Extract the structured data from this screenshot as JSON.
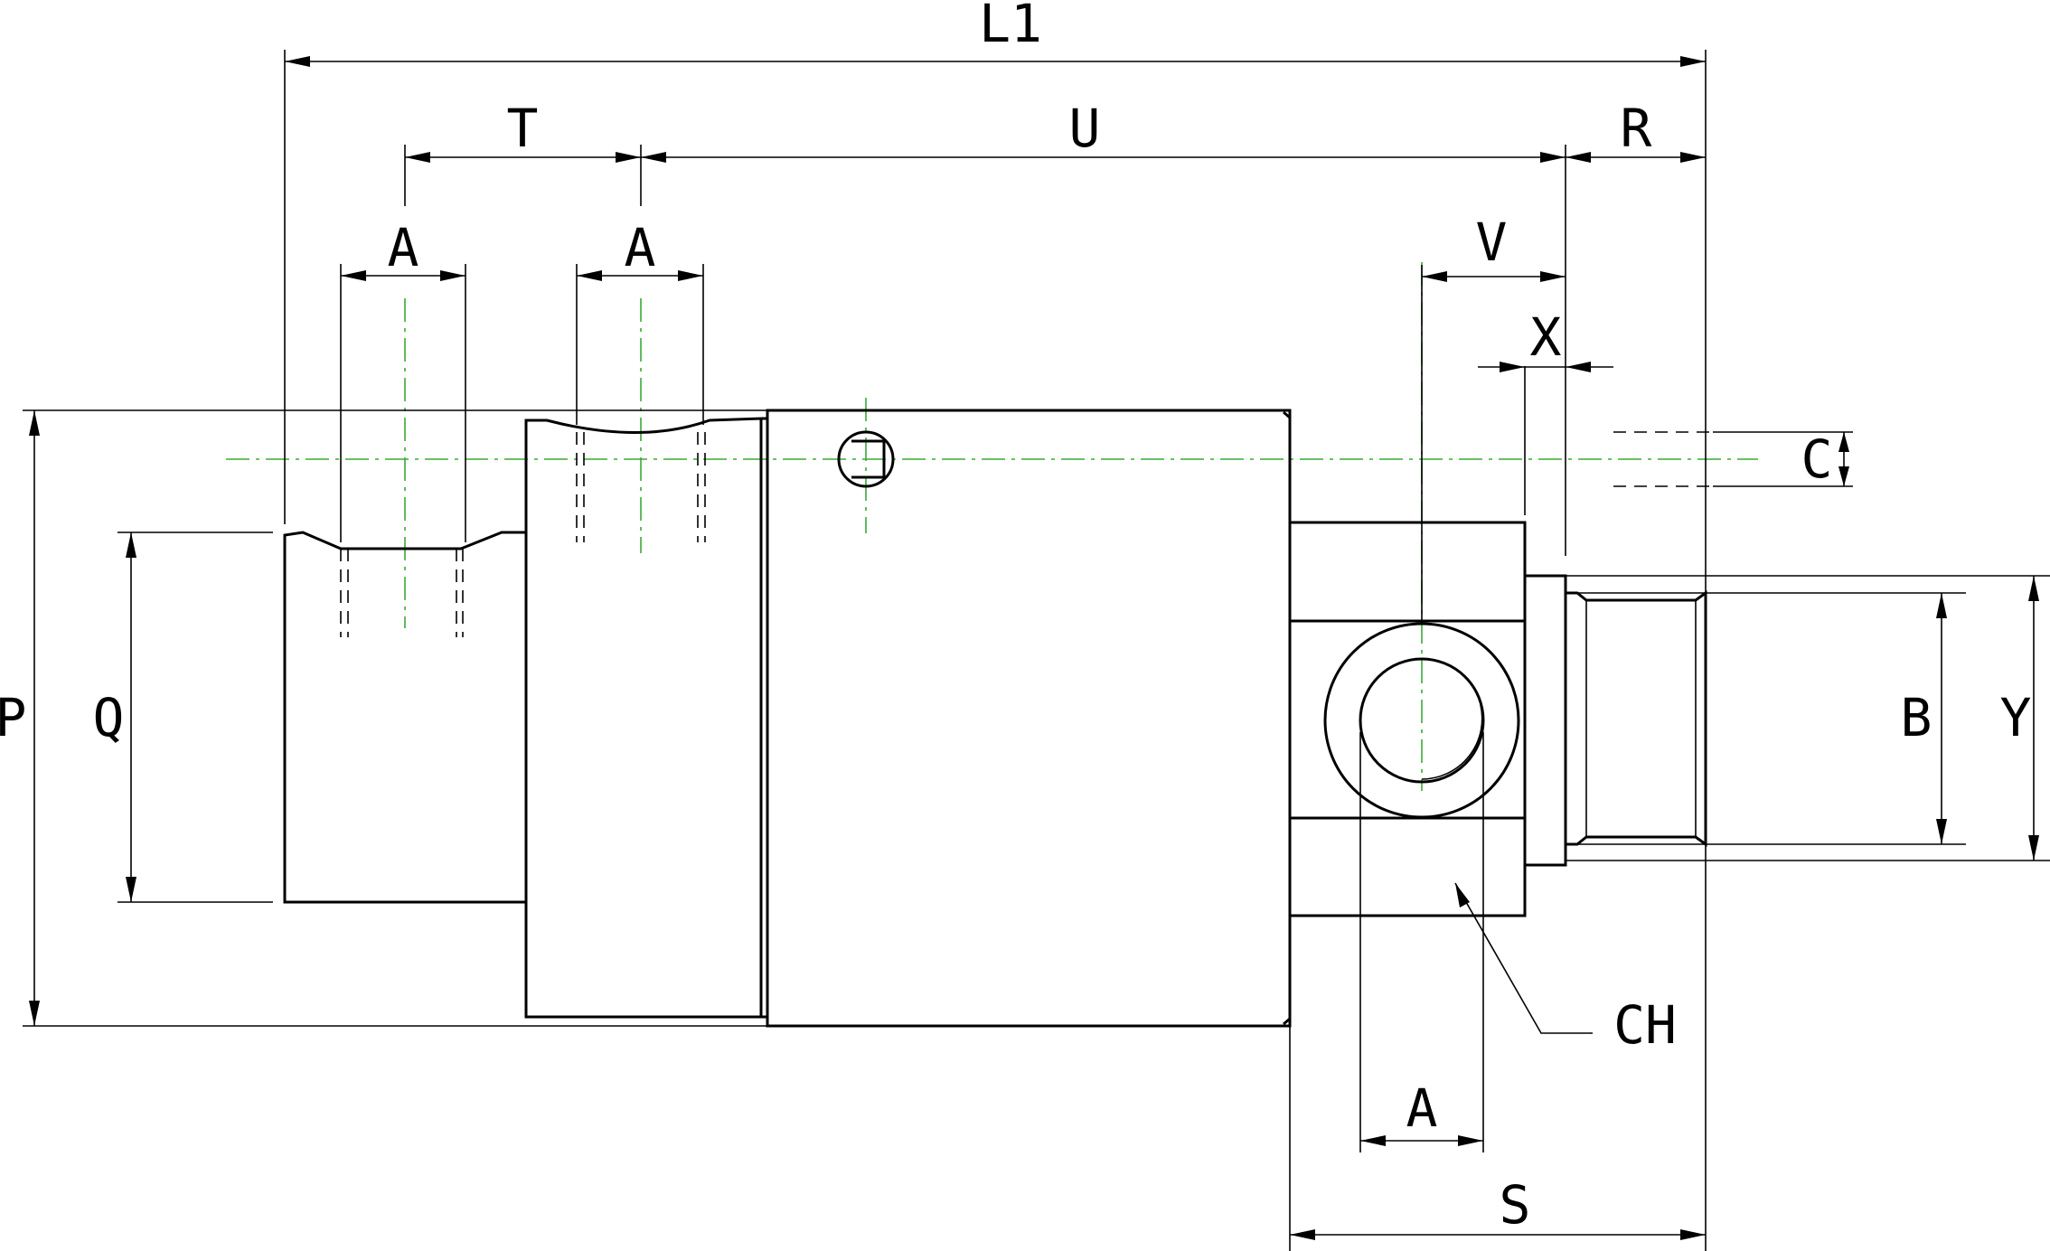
{
  "drawing": {
    "dimensions": {
      "L1": "L1",
      "T": "T",
      "U": "U",
      "R": "R",
      "A_left": "A",
      "A_mid": "A",
      "A_bottom": "A",
      "V": "V",
      "X": "X",
      "P": "P",
      "Q": "Q",
      "C": "C",
      "B": "B",
      "Y": "Y",
      "S": "S"
    },
    "callout": "CH",
    "colors": {
      "line": "#000000",
      "centerline": "#3aaa35",
      "background": "#ffffff"
    }
  }
}
